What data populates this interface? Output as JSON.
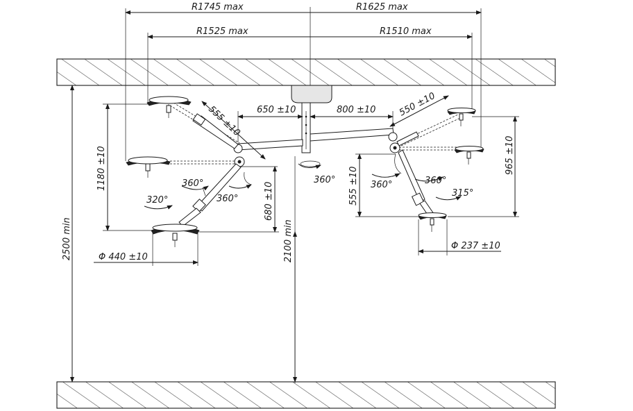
{
  "dimensions": {
    "r_left_outer": "R1745 max",
    "r_right_outer": "R1625 max",
    "r_left_inner": "R1525 max",
    "r_right_inner": "R1510 max",
    "arm_left_len": "650 ±10",
    "arm_right_len": "800 ±10",
    "spring_left_len": "555 ±10",
    "spring_right_len": "550 ±10",
    "height_left": "1180 ±10",
    "height_right": "965 ±10",
    "drop_left": "680 ±10",
    "drop_right": "555 ±10",
    "min_clearance": "2100 min",
    "ceiling_height": "2500 min",
    "dia_left": "Φ 440 ±10",
    "dia_right": "Φ 237 ±10"
  },
  "rotations": {
    "center": "360°",
    "left_joint": "360°",
    "left_lower": "360°",
    "left_head": "320°",
    "right_joint": "360°",
    "right_lower": "360°",
    "right_head": "315°"
  },
  "colors": {
    "line": "#1a1a1a",
    "background": "#ffffff"
  }
}
